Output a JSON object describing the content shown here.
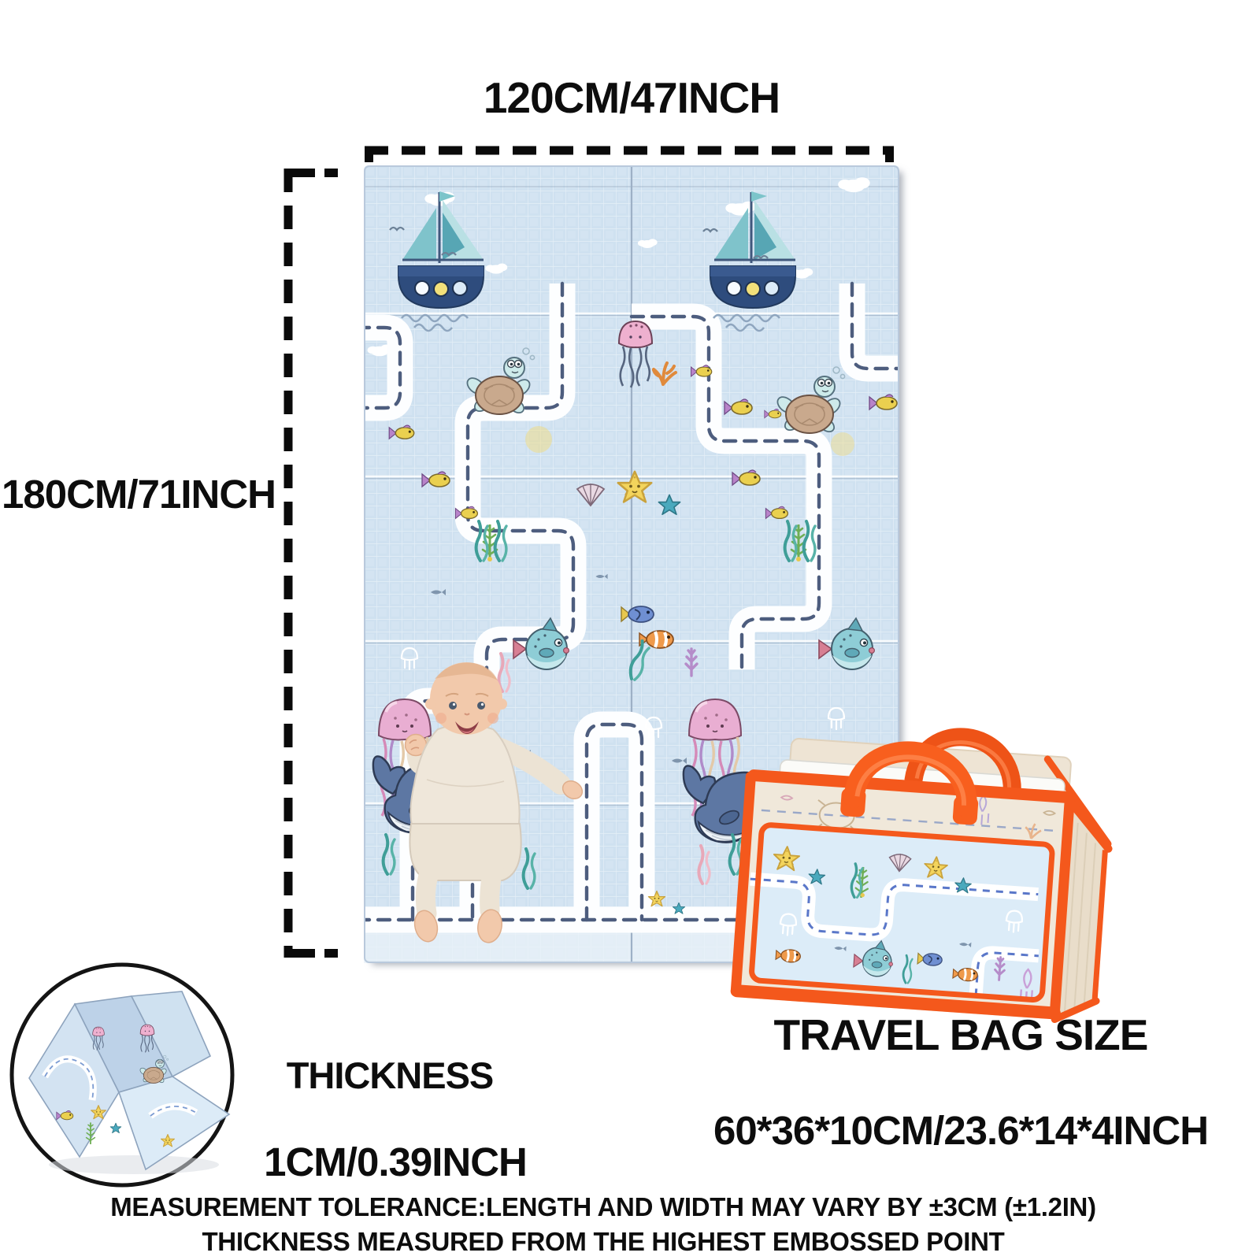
{
  "mat": {
    "width_label": "120CM/47INCH",
    "height_label": "180CM/71INCH"
  },
  "thickness": {
    "heading": "THICKNESS",
    "value": "1CM/0.39INCH"
  },
  "travel_bag": {
    "heading": "TRAVEL BAG SIZE",
    "value": "60*36*10CM/23.6*14*4INCH"
  },
  "footnotes": {
    "line1": "MEASUREMENT TOLERANCE:LENGTH AND WIDTH MAY VARY BY ±3CM (±1.2IN)",
    "line2": "THICKNESS MEASURED FROM THE HIGHEST EMBOSSED POINT"
  },
  "colors": {
    "accent_orange": "#F4581C",
    "mat_blue": "#CFE1F0",
    "bag_blue_panel": "#DCECF8",
    "bag_cream": "#F0E8DA",
    "road_white": "#FDFEFF",
    "dash_navy": "#4D5D7E",
    "text_black": "#0D0D0D"
  },
  "icons": [
    "sailboat-icon",
    "seagull-icon",
    "cloud-icon",
    "jellyfish-icon",
    "turtle-icon",
    "starfish-icon",
    "shell-icon",
    "pufferfish-icon",
    "clownfish-icon",
    "blue-tang-icon",
    "yellow-fish-icon",
    "whale-icon",
    "seaweed-icon",
    "coral-icon",
    "road-maze",
    "baby-photo",
    "folded-mat-icon",
    "travel-bag"
  ]
}
